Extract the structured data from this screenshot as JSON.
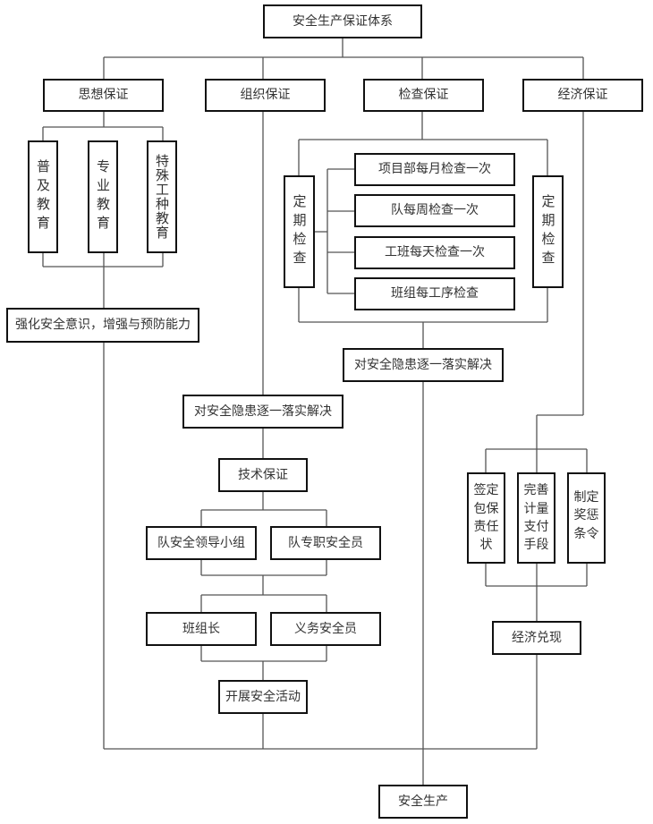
{
  "title": "安全生产保证体系",
  "branches": {
    "thought": "思想保证",
    "organization": "组织保证",
    "inspection": "检查保证",
    "economic": "经济保证"
  },
  "thought_group": {
    "items": [
      "普及教育",
      "专业教育",
      "特殊工种教育"
    ],
    "result": "强化安全意识，增强与预防能力"
  },
  "inspection_group": {
    "left_label": "定期检查",
    "right_label": "定期检查",
    "items": [
      "项目部每月检查一次",
      "队每周检查一次",
      "工班每天检查一次",
      "班组每工序检查"
    ],
    "result": "对安全隐患逐一落实解决"
  },
  "organization_group": {
    "resolve": "对安全隐患逐一落实解决",
    "tech": "技术保证",
    "level1": [
      "队安全领导小组",
      "队专职安全员"
    ],
    "level2": [
      "班组长",
      "义务安全员"
    ],
    "activity": "开展安全活动"
  },
  "economic_group": {
    "items": [
      [
        "签定",
        "包保",
        "责任",
        "状"
      ],
      [
        "完善",
        "计量",
        "支付",
        "手段"
      ],
      [
        "制定",
        "奖惩",
        "条令"
      ]
    ],
    "result": "经济兑现"
  },
  "final": "安全生产"
}
